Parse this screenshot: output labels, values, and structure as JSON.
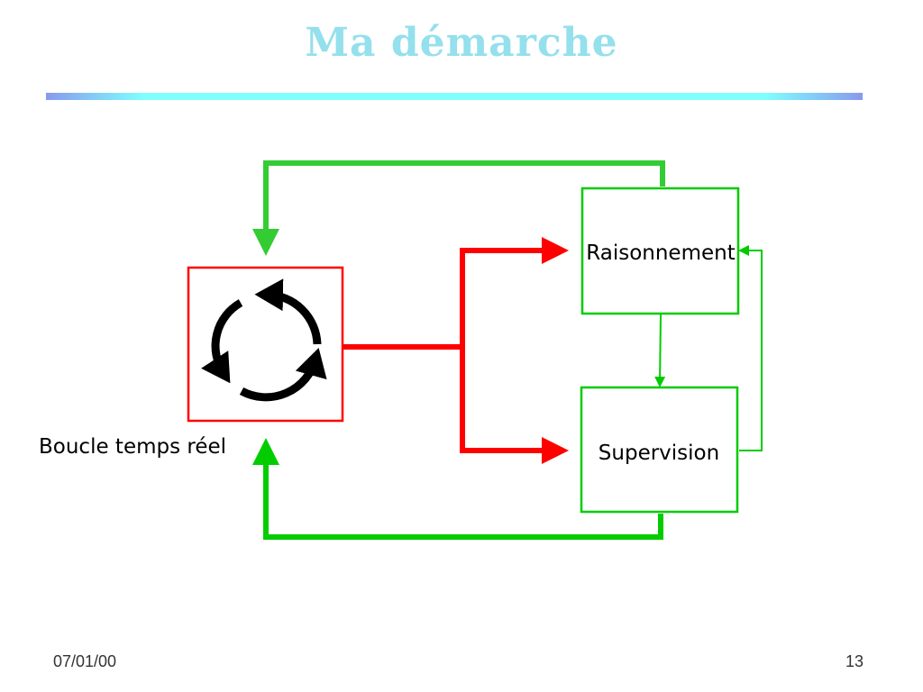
{
  "slide": {
    "title": "Ma démarche",
    "date": "07/01/00",
    "page_number": "13"
  },
  "diagram": {
    "loop_label": "Boucle temps réel",
    "box_reasoning": "Raisonnement",
    "box_supervision": "Supervision",
    "colors": {
      "loop_box": "#ff0000",
      "green_box": "#00cc00",
      "feedback": "#33cc33",
      "red_arrow": "#ff0000"
    }
  }
}
